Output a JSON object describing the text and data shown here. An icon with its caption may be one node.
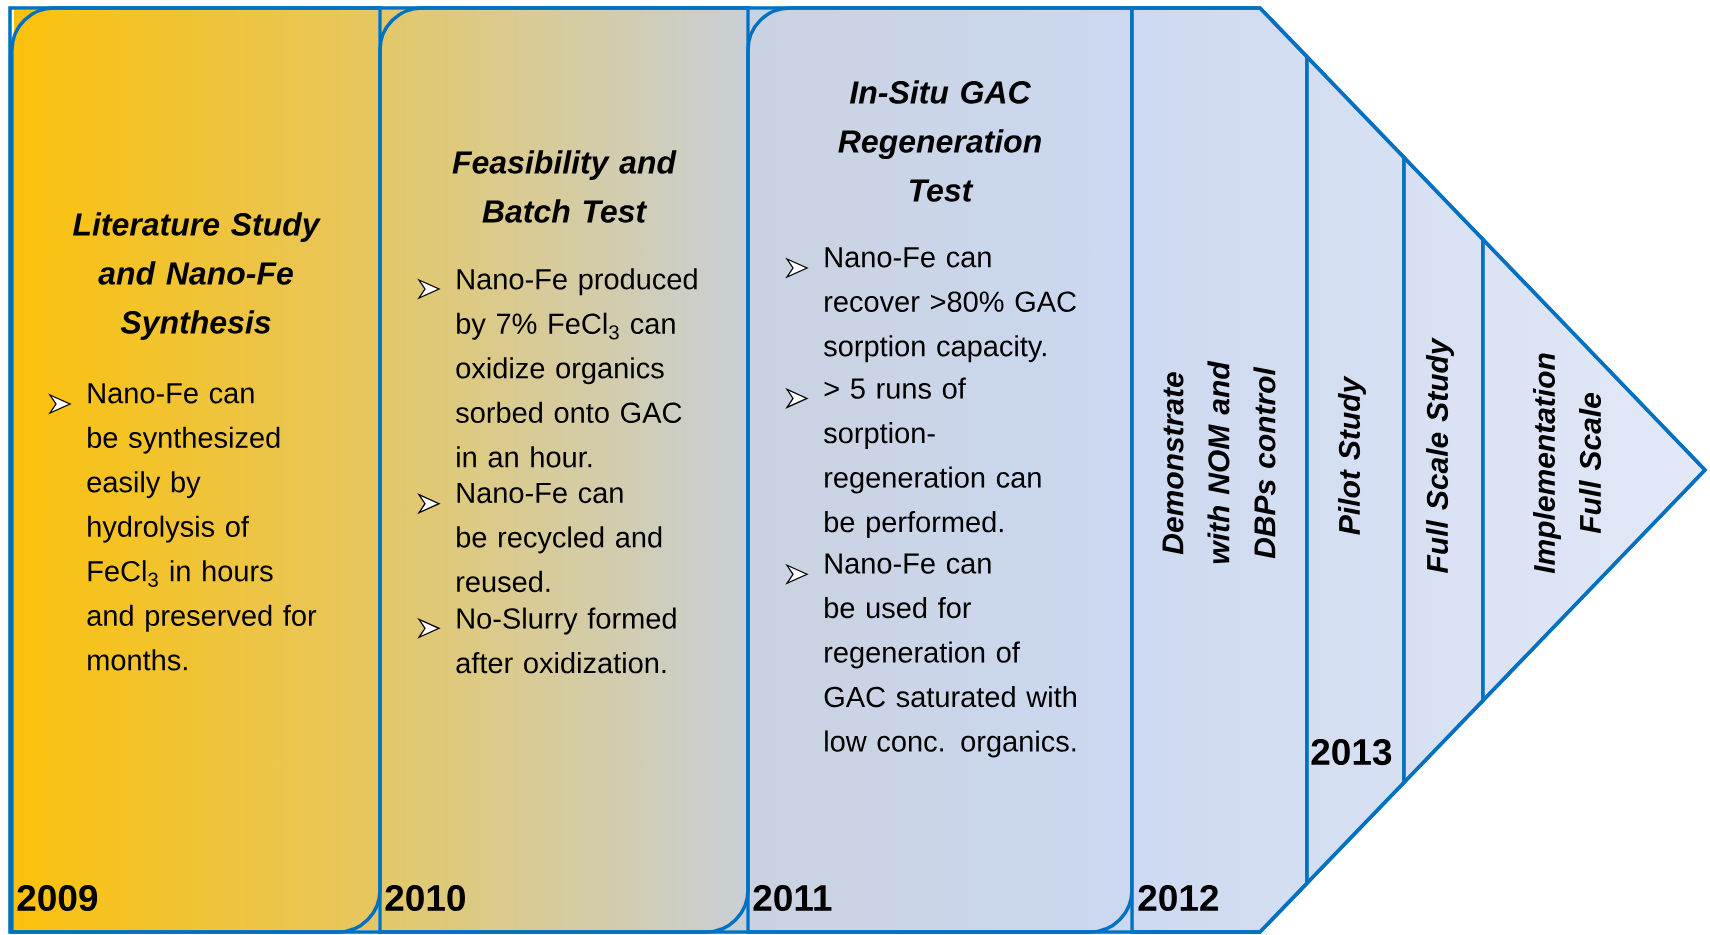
{
  "diagram": {
    "nodes": [
      {
        "text": [
          "Literature Study and Nano-Fe Synthesis",
          "Nano-Fe can be synthesized easily by hydrolysis of FeCl$_{3}$ in hours and preserved for months.",
          "2009"
        ]
      },
      {
        "text": [
          "Feasibility and Batch Test",
          "Nano-Fe produced by 7% FeCl$_{3}$ can oxidize organics sorbed onto GAC in an hour.",
          "Nano-Fe can be recycled and reused.",
          "No-Slurry formed after oxidization.",
          "2010"
        ]
      },
      {
        "text": [
          "In-Situ GAC Regeneration Test",
          "Nano-Fe can recover >80% GAC sorption capacity.",
          "> 5 runs of sorption-regeneration can be performed.",
          "Nano-Fe can be used for regeneration of GAC saturated with low conc. organics.",
          "2011"
        ]
      },
      {
        "text": [
          "Demonstrate with NOM and DBPs control",
          "2012"
        ]
      },
      {
        "text": [
          "Pilot Study",
          "2013"
        ]
      },
      {
        "text": [
          "Full Scale Study"
        ]
      },
      {
        "text": [
          "Implementation Full Scale"
        ]
      }
    ]
  }
}
